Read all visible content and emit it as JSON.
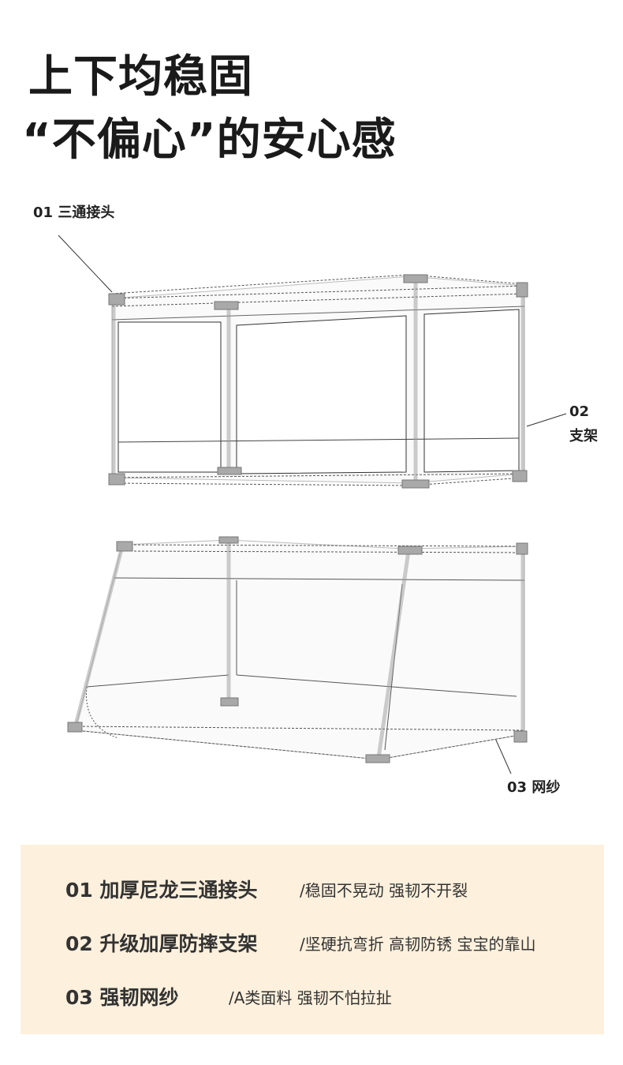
{
  "headline": {
    "line1": "上下均稳固",
    "line2": "“不偏心”的安心感"
  },
  "callouts": {
    "joint": "01 三通接头",
    "frame_num": "02",
    "frame_label": "支架",
    "mesh": "03 网纱"
  },
  "features": [
    {
      "title": "01 加厚尼龙三通接头",
      "desc": "/稳固不晃动 强韧不开裂"
    },
    {
      "title": "02 升级加厚防摔支架",
      "desc": "/坚硬抗弯折 高韧防锈 宝宝的靠山"
    },
    {
      "title": "03 强韧网纱",
      "desc": "/A类面料 强韧不怕拉扯"
    }
  ],
  "colors": {
    "panel": "#fdf0dc",
    "joint": "#a9a9a9",
    "text": "#1a1a1a"
  }
}
